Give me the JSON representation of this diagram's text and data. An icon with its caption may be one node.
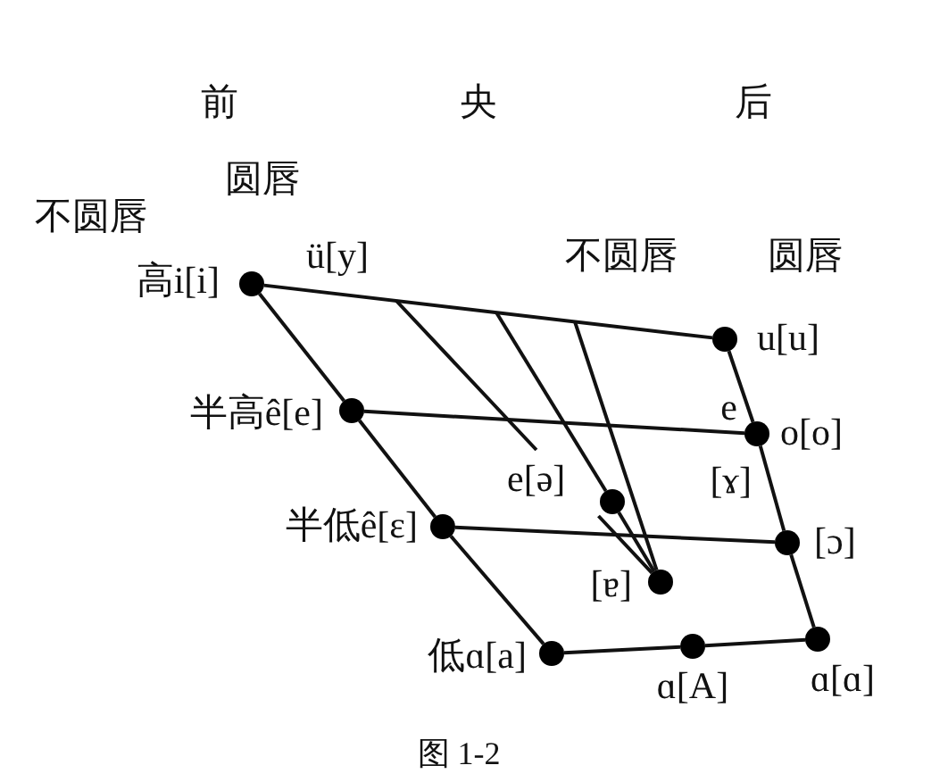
{
  "diagram": {
    "caption": "图 1-2",
    "nodes": [
      {
        "text": [],
        "shape": "circle",
        "beside": [
          "高i[i]"
        ]
      },
      {
        "text": [],
        "shape": "circle",
        "beside": [
          "u[u]"
        ]
      },
      {
        "text": [],
        "shape": "circle",
        "beside": [
          "半高ê[e]"
        ]
      },
      {
        "text": [],
        "shape": "circle",
        "beside": [
          "e",
          "o[o]",
          "[ɤ]"
        ]
      },
      {
        "text": [],
        "shape": "circle",
        "beside": [
          "e[ə]"
        ]
      },
      {
        "text": [],
        "shape": "circle",
        "beside": [
          "半低ê[ɛ]"
        ]
      },
      {
        "text": [],
        "shape": "circle",
        "beside": [
          "[ɔ]"
        ]
      },
      {
        "text": [],
        "shape": "circle",
        "beside": [
          "[ɐ]"
        ]
      },
      {
        "text": [],
        "shape": "circle",
        "beside": [
          "低ɑ[a]"
        ]
      },
      {
        "text": [],
        "shape": "circle",
        "beside": [
          "ɑ[A]"
        ]
      },
      {
        "text": [],
        "shape": "circle",
        "beside": [
          "ɑ[ɑ]"
        ]
      }
    ],
    "edges": [
      {
        "from": 0,
        "to": 1,
        "arrow": "none"
      },
      {
        "from": 0,
        "to": 2,
        "arrow": "none"
      },
      {
        "from": 2,
        "to": 5,
        "arrow": "none"
      },
      {
        "from": 5,
        "to": 8,
        "arrow": "none"
      },
      {
        "from": 1,
        "to": 3,
        "arrow": "none"
      },
      {
        "from": 3,
        "to": 6,
        "arrow": "none"
      },
      {
        "from": 6,
        "to": 10,
        "arrow": "none"
      },
      {
        "from": 8,
        "to": 9,
        "arrow": "none"
      },
      {
        "from": 9,
        "to": 10,
        "arrow": "none"
      },
      {
        "from": 2,
        "to": 3,
        "arrow": "none"
      },
      {
        "from": 5,
        "to": 6,
        "arrow": "none"
      },
      {
        "from": null,
        "to": 7,
        "arrow": "none"
      },
      {
        "from": null,
        "to": 4,
        "arrow": "none"
      },
      {
        "from": 4,
        "to": 7,
        "arrow": "none"
      },
      {
        "from": null,
        "to": 7,
        "arrow": "none"
      }
    ],
    "labels": [
      "前",
      "央",
      "后",
      "圆唇",
      "不圆唇",
      "ü[y]",
      "不圆唇",
      "圆唇"
    ]
  }
}
